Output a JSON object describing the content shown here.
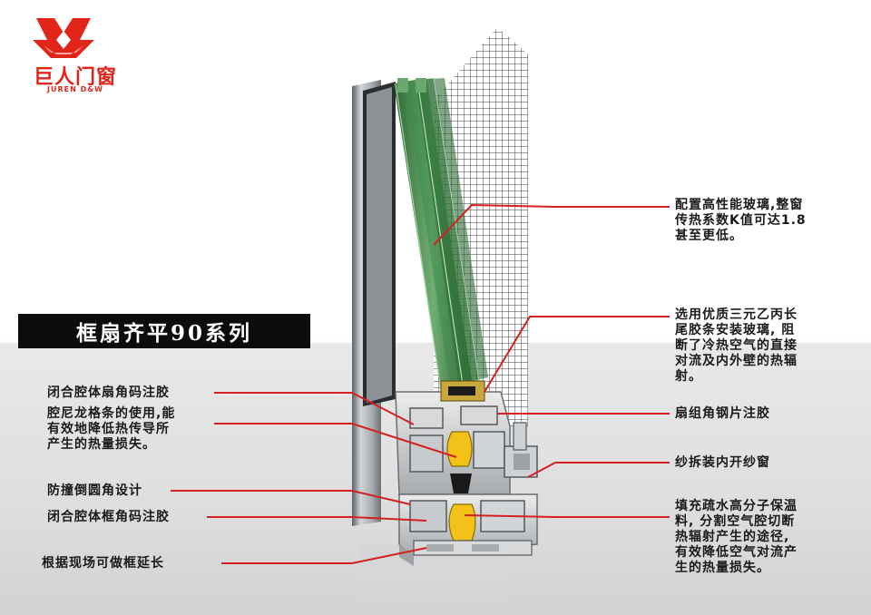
{
  "brand": {
    "name": "巨人门窗",
    "subtitle": "JUREN D&W",
    "color": "#e1251b"
  },
  "banner": {
    "title": "框扇齐平90系列"
  },
  "callouts": {
    "left": [
      {
        "text": "闭合腔体扇角码注胶"
      },
      {
        "lines": [
          "腔尼龙格条的使用,能",
          "有效地降低热传导所",
          "产生的热量损失。"
        ]
      },
      {
        "text": "防撞倒圆角设计"
      },
      {
        "text": "闭合腔体框角码注胶"
      },
      {
        "text": "根据现场可做框延长"
      }
    ],
    "right": [
      {
        "lines": [
          "配置高性能玻璃,整窗",
          "传热系数K值可达1.8",
          "甚至更低。"
        ]
      },
      {
        "lines": [
          "选用优质三元乙丙长",
          "尾胶条安装玻璃, 阻",
          "断了冷热空气的直接",
          "对流及内外壁的热辐",
          "射。"
        ]
      },
      {
        "text": "扇组角钢片注胶"
      },
      {
        "text": "纱拆装内开纱窗"
      },
      {
        "lines": [
          "填充疏水高分子保温",
          "料, 分割空气腔切断",
          "热辐射产生的途径,",
          "有效降低空气对流产",
          "生的热量损失。"
        ]
      }
    ]
  },
  "colors": {
    "leader": "#d42020",
    "glass": "#3d7a45",
    "profile": "#b8bcbf",
    "insulation": "#f2c218"
  }
}
